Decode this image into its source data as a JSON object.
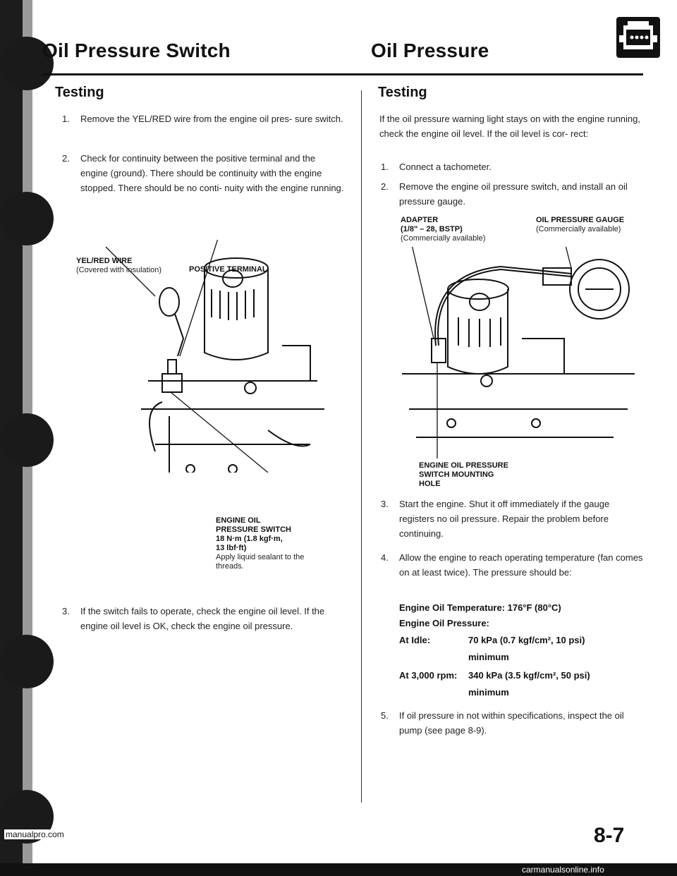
{
  "header": {
    "left_title": "Oil Pressure Switch",
    "right_title": "Oil Pressure"
  },
  "left": {
    "section_title": "Testing",
    "steps": [
      {
        "num": "1.",
        "text": "Remove the YEL/RED wire from the engine oil pres- sure switch."
      },
      {
        "num": "2.",
        "text": "Check for continuity between the positive terminal and the engine (ground). There should be continuity with the engine stopped. There should be no conti- nuity with the engine running."
      },
      {
        "num": "3.",
        "text": "If the switch fails to operate, check the engine oil level. If the engine oil level is OK, check the engine oil pressure."
      }
    ],
    "figure": {
      "wire_label_bold": "YEL/RED WIRE",
      "wire_label_norm": "(Covered with insulation)",
      "terminal_label": "POSITIVE TERMINAL",
      "switch_label_bold_1": "ENGINE OIL",
      "switch_label_bold_2": "PRESSURE SWITCH",
      "switch_label_bold_3": "18 N·m (1.8 kgf·m,",
      "switch_label_bold_4": "13 lbf·ft)",
      "switch_label_norm": "Apply liquid sealant to the threads."
    }
  },
  "right": {
    "section_title": "Testing",
    "intro": "If the oil pressure warning light stays on with the engine running, check the engine oil level. If the oil level is cor- rect:",
    "steps_top": [
      {
        "num": "1.",
        "text": "Connect a tachometer."
      },
      {
        "num": "2.",
        "text": "Remove the engine oil pressure switch, and install an oil pressure gauge."
      }
    ],
    "figure": {
      "adapter_bold_1": "ADAPTER",
      "adapter_bold_2": "(1/8\" – 28, BSTP)",
      "adapter_norm": "(Commercially available)",
      "gauge_bold": "OIL PRESSURE GAUGE",
      "gauge_norm": "(Commercially available)",
      "hole_bold_1": "ENGINE OIL PRESSURE",
      "hole_bold_2": "SWITCH MOUNTING",
      "hole_bold_3": "HOLE"
    },
    "steps_bottom": [
      {
        "num": "3.",
        "text": "Start the engine. Shut it off immediately if the gauge registers no oil pressure. Repair the problem before continuing."
      },
      {
        "num": "4.",
        "text": "Allow the engine to reach operating temperature (fan comes on at least twice). The pressure should be:"
      }
    ],
    "spec": {
      "temp": "Engine Oil Temperature: 176°F (80°C)",
      "pressure_heading": "Engine Oil Pressure:",
      "idle_key": "At Idle:",
      "idle_val": "70 kPa (0.7 kgf/cm², 10 psi)",
      "idle_min": "minimum",
      "rpm_key": "At 3,000 rpm:",
      "rpm_val": "340 kPa (3.5 kgf/cm², 50 psi)",
      "rpm_min": "minimum"
    },
    "step5": {
      "num": "5.",
      "text": "If oil pressure in not within specifications, inspect the oil pump (see page 8-9)."
    }
  },
  "footer": {
    "page_number": "8-7",
    "url": "manualpro.com",
    "watermark": "carmanualsonline.info"
  },
  "icons": {
    "section_logo": "engine-lubrication-icon"
  }
}
